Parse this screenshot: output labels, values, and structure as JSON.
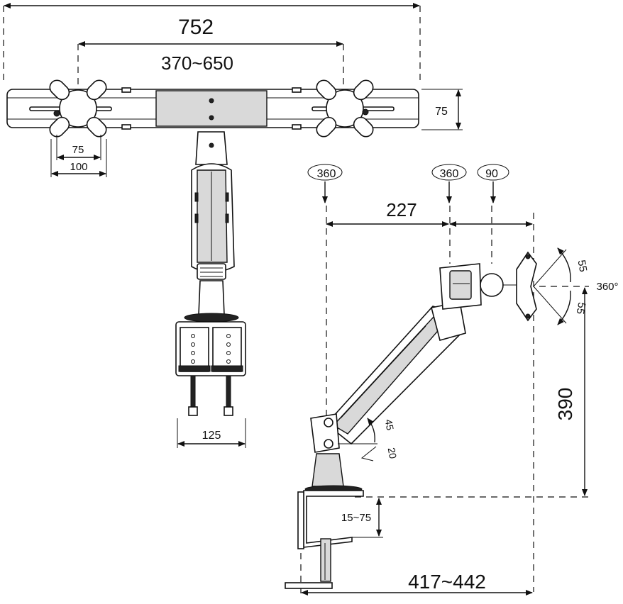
{
  "dimensions": {
    "total_width": "752",
    "arm_span": "370~650",
    "vesa_height": "75",
    "vesa_small": "75",
    "vesa_large": "100",
    "clamp_width": "125",
    "reach": "227",
    "height": "390",
    "desk_thickness": "15~75",
    "depth": "417~442",
    "tilt_up": "55",
    "tilt_down": "55",
    "rotation": "360°",
    "arm_up": "45",
    "arm_down": "20"
  },
  "swivel_labels": [
    "360",
    "360",
    "90"
  ]
}
